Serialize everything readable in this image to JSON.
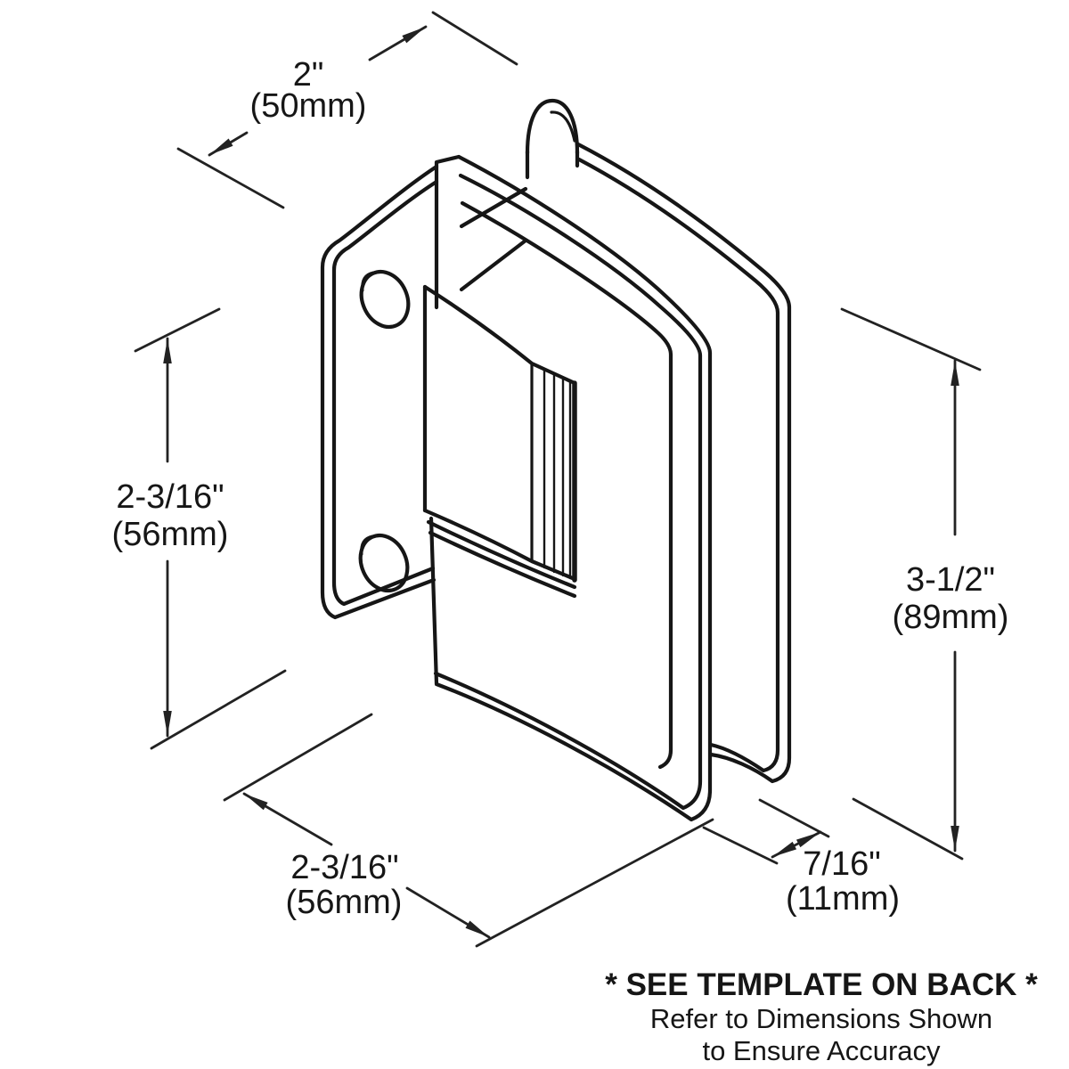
{
  "diagram": {
    "type": "technical-dimension-drawing",
    "subject": "wall-mount glass door hinge, isometric line drawing",
    "colors": {
      "line": "#161616",
      "background": "#ffffff"
    },
    "dimensions": {
      "top_width": {
        "primary": "2\"",
        "metric": "(50mm)"
      },
      "left_height": {
        "primary": "2-3/16\"",
        "metric": "(56mm)"
      },
      "bottom_width": {
        "primary": "2-3/16\"",
        "metric": "(56mm)"
      },
      "right_height": {
        "primary": "3-1/2\"",
        "metric": "(89mm)"
      },
      "plate_thickness": {
        "primary": "7/16\"",
        "metric": "(11mm)"
      }
    },
    "footer": {
      "line1": "* SEE TEMPLATE ON BACK *",
      "line2": "Refer to Dimensions Shown",
      "line3": "to Ensure Accuracy"
    }
  }
}
